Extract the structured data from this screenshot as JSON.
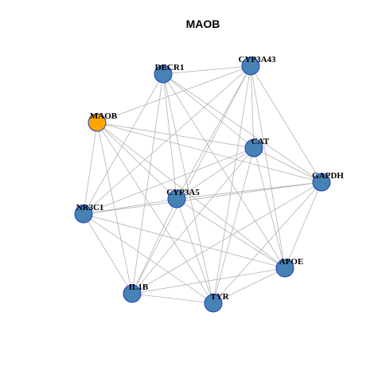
{
  "title": "MAOB",
  "colors": {
    "node_default": "#4682b4",
    "node_highlight": "#ffa500",
    "node_border": "#1e3fbf",
    "edge": "#b3b3b3",
    "background": "#ffffff"
  },
  "nodes": [
    {
      "id": "DECR1",
      "label": "DECR1",
      "highlight": false
    },
    {
      "id": "CYP3A43",
      "label": "CYP3A43",
      "highlight": false
    },
    {
      "id": "MAOB",
      "label": "MAOB",
      "highlight": true
    },
    {
      "id": "CAT",
      "label": "CAT",
      "highlight": false
    },
    {
      "id": "GAPDH",
      "label": "GAPDH",
      "highlight": false
    },
    {
      "id": "CYP3A5",
      "label": "CYP3A5",
      "highlight": false
    },
    {
      "id": "NR3C1",
      "label": "NR3C1",
      "highlight": false
    },
    {
      "id": "APOE",
      "label": "APOE",
      "highlight": false
    },
    {
      "id": "IL1B",
      "label": "IL1B",
      "highlight": false
    },
    {
      "id": "TYR",
      "label": "TYR",
      "highlight": false
    }
  ],
  "edges": [
    [
      "DECR1",
      "CYP3A43"
    ],
    [
      "DECR1",
      "CAT"
    ],
    [
      "DECR1",
      "GAPDH"
    ],
    [
      "DECR1",
      "CYP3A5"
    ],
    [
      "DECR1",
      "NR3C1"
    ],
    [
      "DECR1",
      "APOE"
    ],
    [
      "DECR1",
      "IL1B"
    ],
    [
      "DECR1",
      "TYR"
    ],
    [
      "CYP3A43",
      "MAOB"
    ],
    [
      "CYP3A43",
      "CAT"
    ],
    [
      "CYP3A43",
      "GAPDH"
    ],
    [
      "CYP3A43",
      "CYP3A5"
    ],
    [
      "CYP3A43",
      "NR3C1"
    ],
    [
      "CYP3A43",
      "APOE"
    ],
    [
      "CYP3A43",
      "IL1B"
    ],
    [
      "CYP3A43",
      "TYR"
    ],
    [
      "MAOB",
      "CAT"
    ],
    [
      "MAOB",
      "GAPDH"
    ],
    [
      "MAOB",
      "CYP3A5"
    ],
    [
      "MAOB",
      "NR3C1"
    ],
    [
      "MAOB",
      "APOE"
    ],
    [
      "MAOB",
      "IL1B"
    ],
    [
      "MAOB",
      "TYR"
    ],
    [
      "CAT",
      "GAPDH"
    ],
    [
      "CAT",
      "CYP3A5"
    ],
    [
      "CAT",
      "NR3C1"
    ],
    [
      "CAT",
      "APOE"
    ],
    [
      "CAT",
      "IL1B"
    ],
    [
      "CAT",
      "TYR"
    ],
    [
      "GAPDH",
      "CYP3A5"
    ],
    [
      "GAPDH",
      "NR3C1"
    ],
    [
      "GAPDH",
      "APOE"
    ],
    [
      "GAPDH",
      "IL1B"
    ],
    [
      "GAPDH",
      "TYR"
    ],
    [
      "CYP3A5",
      "NR3C1"
    ],
    [
      "CYP3A5",
      "APOE"
    ],
    [
      "CYP3A5",
      "IL1B"
    ],
    [
      "CYP3A5",
      "TYR"
    ],
    [
      "NR3C1",
      "APOE"
    ],
    [
      "NR3C1",
      "IL1B"
    ],
    [
      "NR3C1",
      "TYR"
    ],
    [
      "APOE",
      "IL1B"
    ],
    [
      "APOE",
      "TYR"
    ],
    [
      "IL1B",
      "TYR"
    ]
  ]
}
